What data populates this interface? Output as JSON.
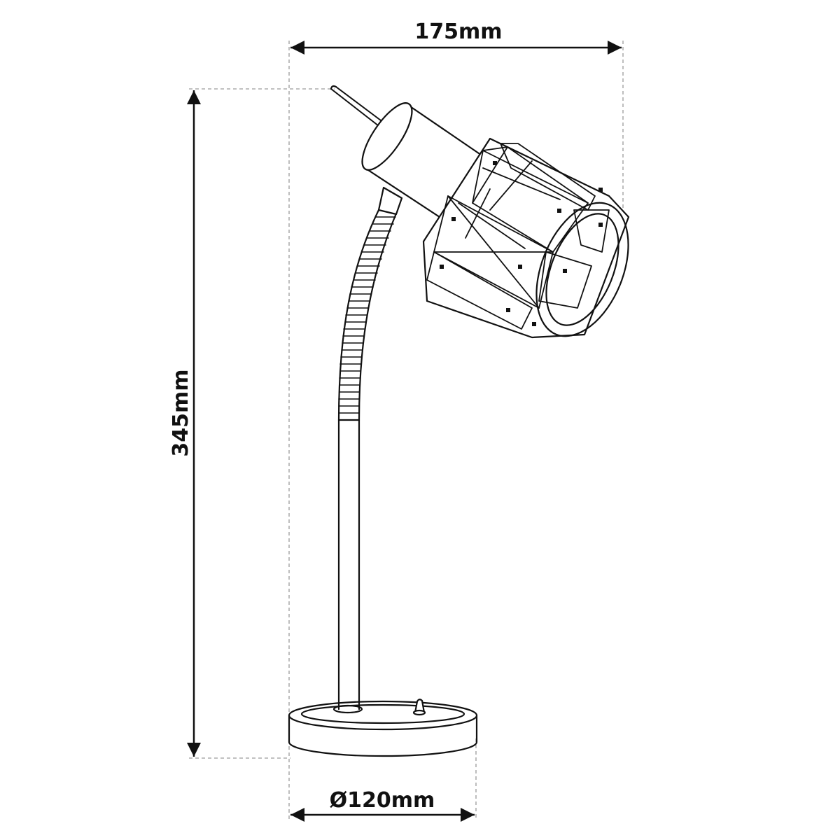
{
  "dimensions": {
    "width": {
      "label": "175mm"
    },
    "height": {
      "label": "345mm"
    },
    "base_diameter": {
      "label": "Ø120mm"
    }
  },
  "colors": {
    "line": "#111111",
    "guide": "#9a9a9a",
    "background": "#ffffff"
  }
}
